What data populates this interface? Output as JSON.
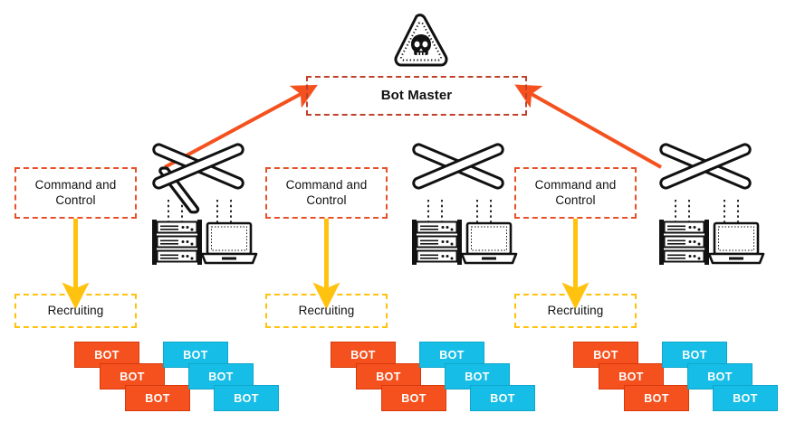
{
  "diagram": {
    "title": "Botnet architecture diagram",
    "colors": {
      "red_accent": "#E8502A",
      "red_dark": "#C0402A",
      "yellow_accent": "#FFC20E",
      "bot_orange": "#F4511E",
      "bot_cyan": "#16BDE6",
      "icon_black": "#111111",
      "background": "#FFFFFF"
    },
    "top": {
      "hazard_icon": "skull-warning-triangle-icon",
      "bot_master_label": "Bot Master"
    },
    "columns": [
      {
        "command_control_label": "Command and Control",
        "recruiting_label": "Recruiting",
        "network_icon": "network-cross-icon",
        "server_icon": "server-rack-icon",
        "device_icon": "laptop-icon",
        "bots_orange": [
          "BOT",
          "BOT",
          "BOT"
        ],
        "bots_cyan": [
          "BOT",
          "BOT",
          "BOT"
        ]
      },
      {
        "command_control_label": "Command and Control",
        "recruiting_label": "Recruiting",
        "network_icon": "network-cross-icon",
        "server_icon": "server-rack-icon",
        "device_icon": "laptop-icon",
        "bots_orange": [
          "BOT",
          "BOT",
          "BOT"
        ],
        "bots_cyan": [
          "BOT",
          "BOT",
          "BOT"
        ]
      },
      {
        "command_control_label": "Command and Control",
        "recruiting_label": "Recruiting",
        "network_icon": "network-cross-icon",
        "server_icon": "server-rack-icon",
        "device_icon": "laptop-icon",
        "bots_orange": [
          "BOT",
          "BOT",
          "BOT"
        ],
        "bots_cyan": [
          "BOT",
          "BOT",
          "BOT"
        ]
      }
    ],
    "connectors": {
      "left_uplink_arrow": "arrow-to-bot-master-left",
      "right_uplink_arrow": "arrow-to-bot-master-right",
      "cc_to_recruiting_arrow": "arrow-command-control-to-recruiting"
    }
  }
}
